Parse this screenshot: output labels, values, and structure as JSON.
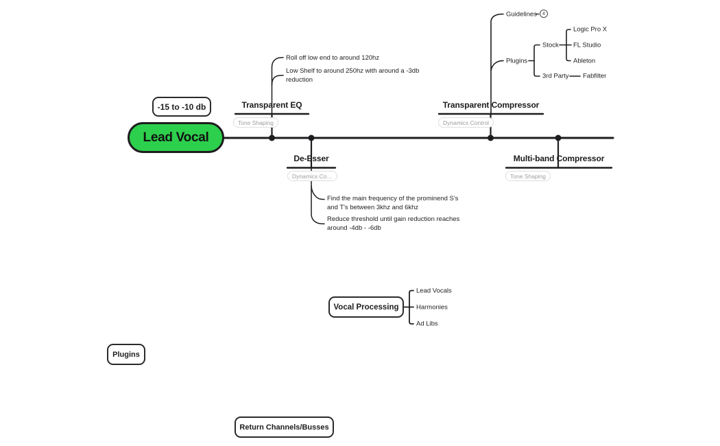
{
  "root_node": {
    "label": "Lead Vocal",
    "color": "#2dd04c"
  },
  "level_box": {
    "label": "-15 to -10 db"
  },
  "branches": {
    "eq": {
      "label": "Transparent EQ",
      "tag": "Tone Shaping",
      "note1": "Roll off low end to around 120hz",
      "note2": "Low Shelf to around 250hz with around a -3db\nreduction"
    },
    "deesser": {
      "label": "De-Esser",
      "tag": "Dynamics Co…",
      "note1": "Find the main frequency of the prominend S's\nand T's between 3khz and 6khz",
      "note2": "Reduce threshold until gain reduction reaches\naround -4db - -6db"
    },
    "compressor": {
      "label": "Transparent Compressor",
      "tag": "Dynamics Control",
      "children": {
        "guidelines": {
          "label": "Guidelines",
          "collapsed_count": "4"
        },
        "plugins": {
          "label": "Plugins"
        },
        "stock": {
          "label": "Stock"
        },
        "logic": {
          "label": "Logic Pro X"
        },
        "flstudio": {
          "label": "FL Studio"
        },
        "ableton": {
          "label": "Ableton"
        },
        "thirdparty": {
          "label": "3rd Party"
        },
        "fabfilter": {
          "label": "Fabfilter"
        }
      }
    },
    "multiband": {
      "label": "Multi-band Compressor",
      "tag": "Tone Shaping"
    }
  },
  "floating": {
    "vocal_processing": {
      "label": "Vocal Processing",
      "children": {
        "lead": "Lead Vocals",
        "harmonies": "Harmonies",
        "adlibs": "Ad Libs"
      }
    },
    "plugins_box": {
      "label": "Plugins"
    },
    "return_box": {
      "label": "Return Channels/Busses"
    }
  }
}
